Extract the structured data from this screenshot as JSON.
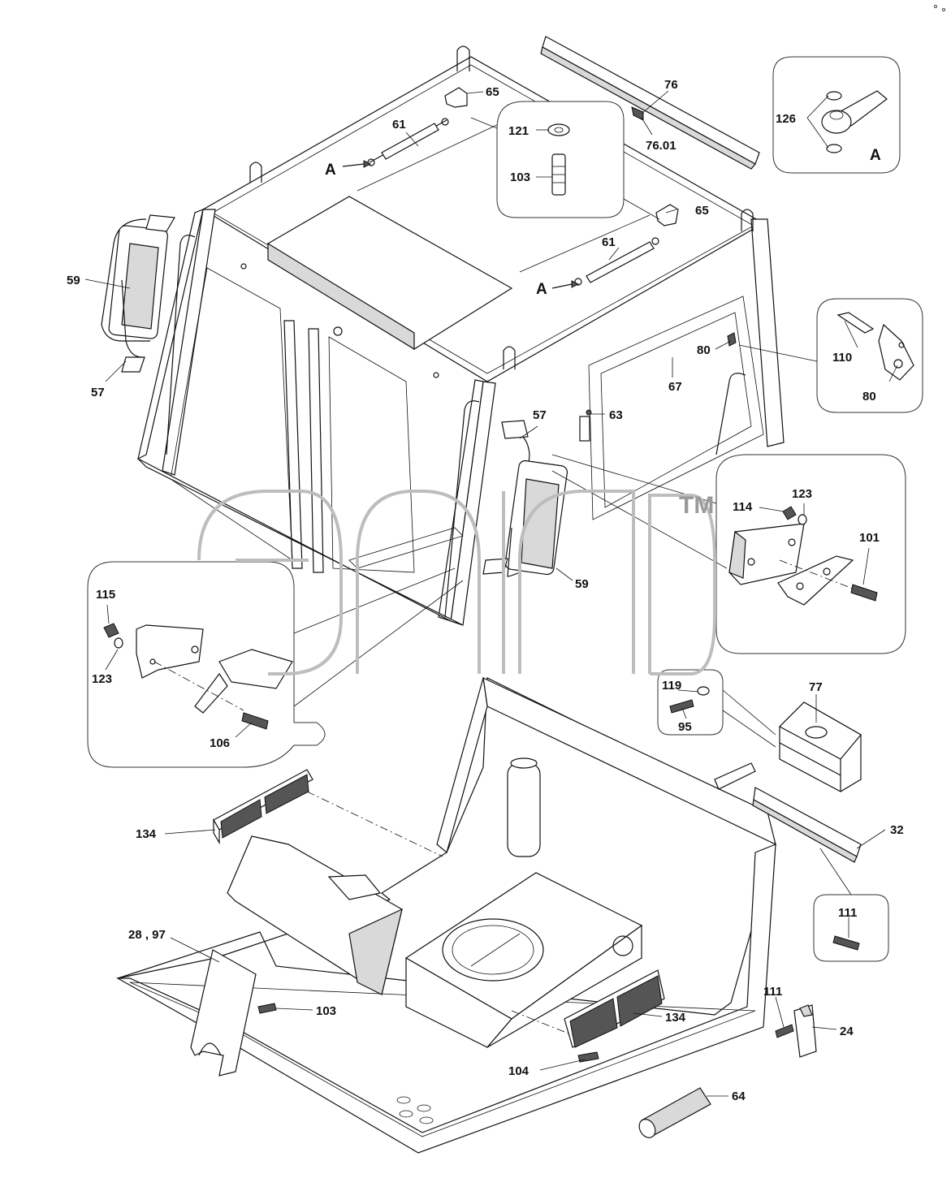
{
  "diagram": {
    "view_labels": [
      "A",
      "A",
      "A"
    ],
    "watermark_mark": "TM",
    "part_labels": [
      "65",
      "61",
      "121",
      "103",
      "76",
      "76.01",
      "126",
      "59",
      "57",
      "65",
      "61",
      "80",
      "110",
      "80",
      "67",
      "63",
      "57",
      "114",
      "123",
      "101",
      "59",
      "115",
      "123",
      "106",
      "119",
      "95",
      "77",
      "134",
      "32",
      "111",
      "28 , 97",
      "103",
      "134",
      "111",
      "24",
      "104",
      "64"
    ]
  }
}
